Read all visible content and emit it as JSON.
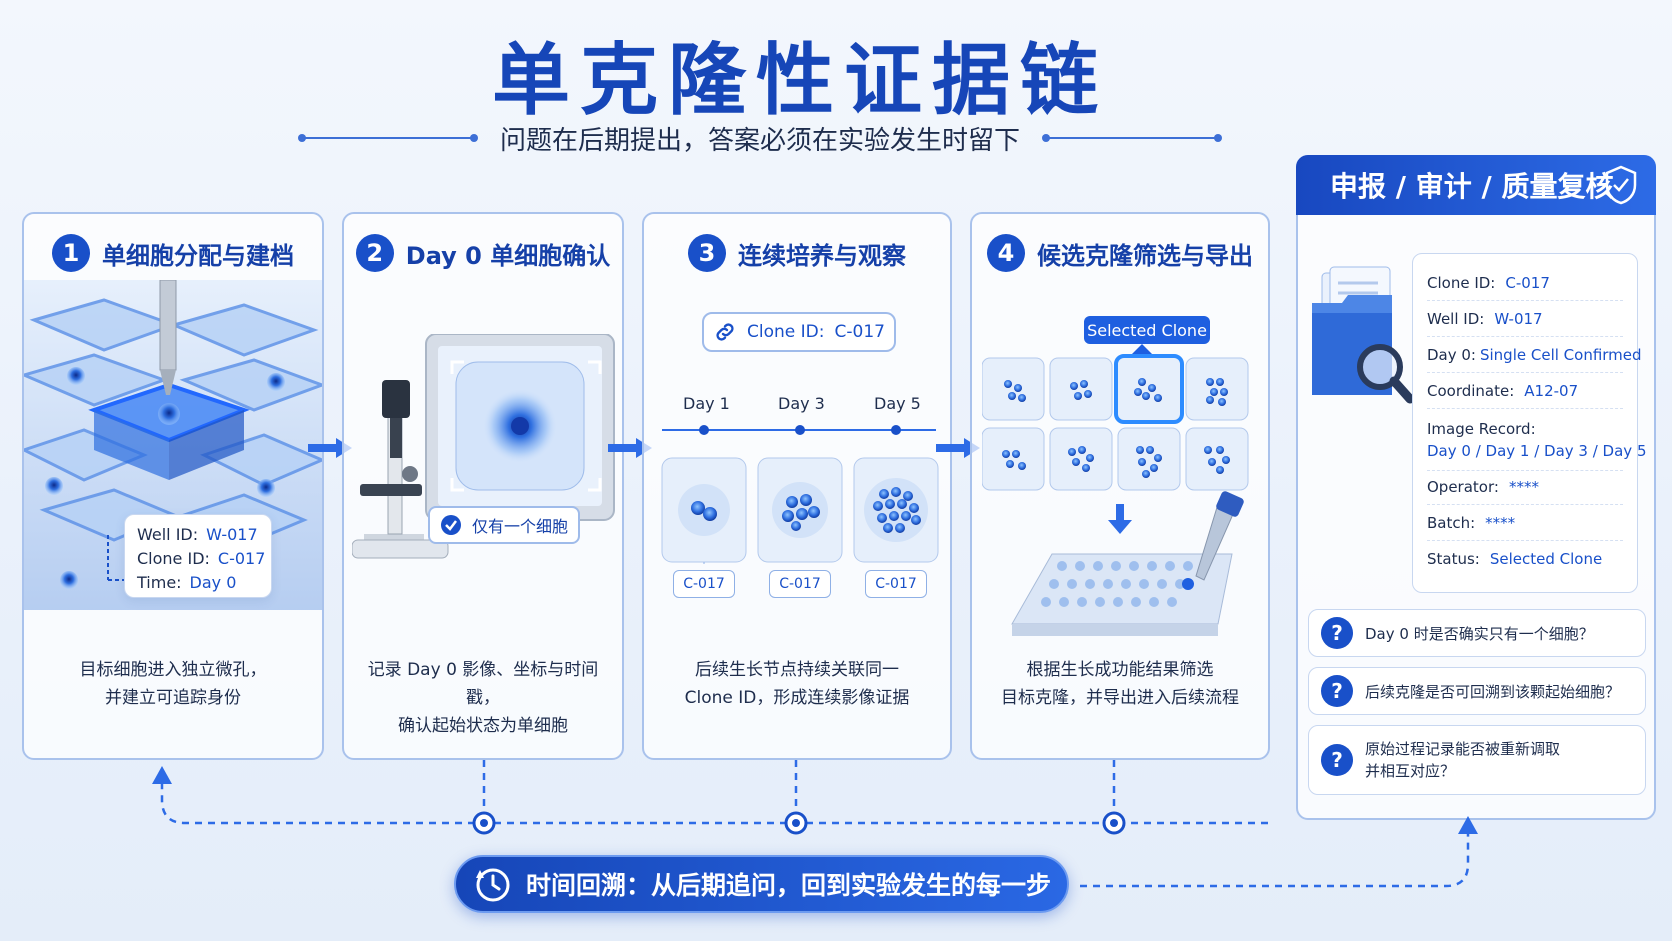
{
  "title": "单克隆性证据链",
  "subtitle": "问题在后期提出，答案必须在实验发生时留下",
  "steps": [
    {
      "num": "1",
      "title": "单细胞分配与建档",
      "desc_line1": "目标细胞进入独立微孔，",
      "desc_line2": "并建立可追踪身份",
      "info": {
        "well_label": "Well ID:",
        "well_value": "W-017",
        "clone_label": "Clone ID:",
        "clone_value": "C-017",
        "time_label": "Time:",
        "time_value": "Day 0"
      }
    },
    {
      "num": "2",
      "title": "Day 0 单细胞确认",
      "desc_line1": "记录 Day 0 影像、坐标与时间戳，",
      "desc_line2": "确认起始状态为单细胞",
      "confirm_label": "仅有一个细胞"
    },
    {
      "num": "3",
      "title": "连续培养与观察",
      "desc_line1": "后续生长节点持续关联同一",
      "desc_line2": "Clone ID，形成连续影像证据",
      "clone_pill_label": "Clone ID:",
      "clone_pill_value": "C-017",
      "days": [
        "Day 1",
        "Day 3",
        "Day 5"
      ],
      "tags": [
        "C-017",
        "C-017",
        "C-017"
      ]
    },
    {
      "num": "4",
      "title": "候选克隆筛选与导出",
      "desc_line1": "根据生长成功能结果筛选",
      "desc_line2": "目标克隆，并导出进入后续流程",
      "selected_label": "Selected Clone"
    }
  ],
  "panel": {
    "title": "申报 / 审计 / 质量复核",
    "record": {
      "clone_label": "Clone ID:",
      "clone_value": "C-017",
      "well_label": "Well ID:",
      "well_value": "W-017",
      "day0_label": "Day 0:",
      "day0_value": "Single Cell Confirmed",
      "coord_label": "Coordinate:",
      "coord_value": "A12-07",
      "image_label": "Image Record:",
      "image_value": "Day 0 / Day 1 / Day 3 / Day 5",
      "operator_label": "Operator:",
      "operator_value": "****",
      "batch_label": "Batch:",
      "batch_value": "****",
      "status_label": "Status:",
      "status_value": "Selected Clone"
    },
    "questions": [
      "Day 0 时是否确实只有一个细胞？",
      "后续克隆是否可回溯到该颗起始细胞？",
      "原始过程记录能否被重新调取",
      "并相互对应？"
    ]
  },
  "bottom_label": "时间回溯：从后期追问，回到实验发生的每一步",
  "colors": {
    "primary": "#1950c9",
    "accent": "#2d6be6",
    "border": "#a9c2ec"
  }
}
